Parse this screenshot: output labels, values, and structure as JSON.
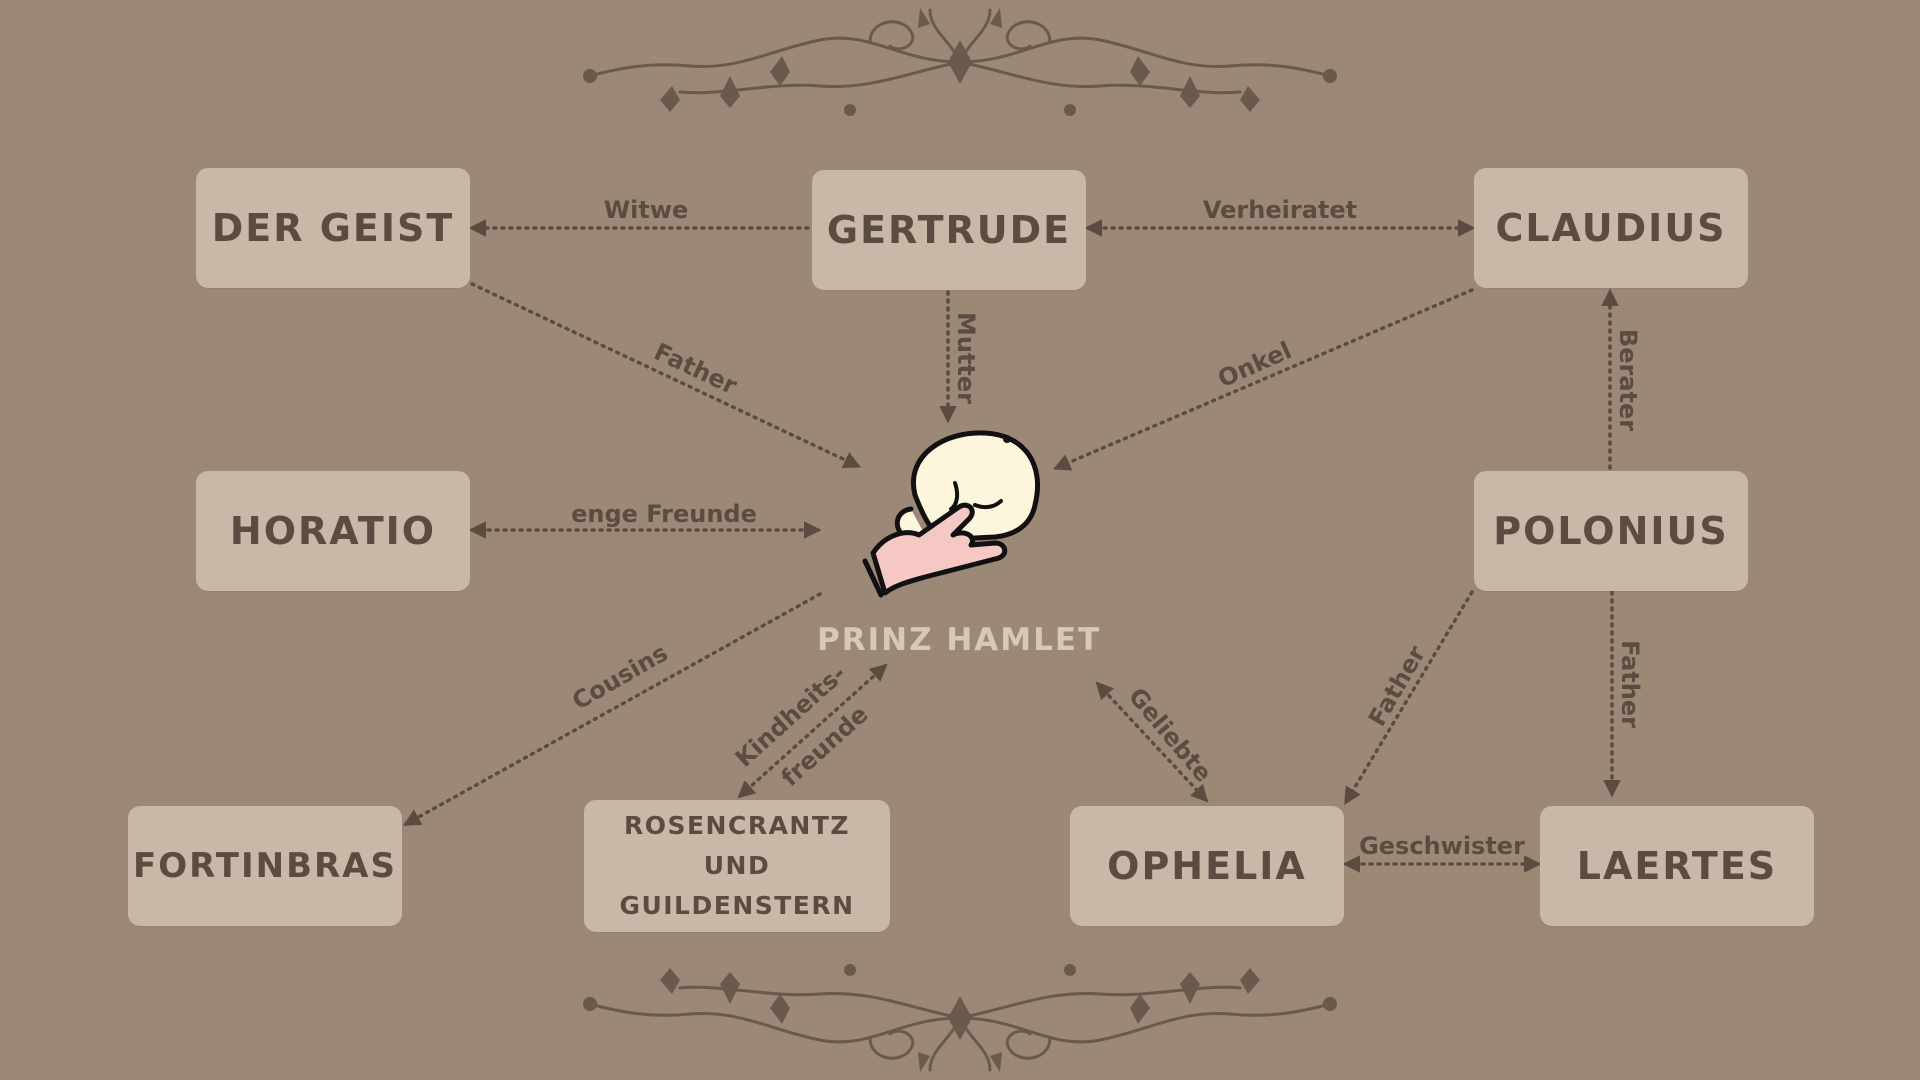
{
  "nodes": {
    "geist": "DER GEIST",
    "gertrude": "GERTRUDE",
    "claudius": "CLAUDIUS",
    "horatio": "HORATIO",
    "polonius": "POLONIUS",
    "fortinbras": "FORTINBRAS",
    "rosencrantz_line1": "ROSENCRANTZ",
    "rosencrantz_line2": "UND GUILDENSTERN",
    "ophelia": "OPHELIA",
    "laertes": "LAERTES"
  },
  "center": {
    "label": "PRINZ HAMLET",
    "icon": "skull-in-hand-icon"
  },
  "edges": {
    "witwe": "Witwe",
    "verheiratet": "Verheiratet",
    "father_geist": "Father",
    "mutter": "Mutter",
    "onkel": "Onkel",
    "berater": "Berater",
    "enge_freunde": "enge Freunde",
    "cousins": "Cousins",
    "kindheits1": "Kindheits-",
    "kindheits2": "freunde",
    "geliebte": "Geliebte",
    "father_polonius_ophelia": "Father",
    "father_polonius_laertes": "Father",
    "geschwister": "Geschwister"
  },
  "colors": {
    "background": "#9c8877",
    "box": "#c8b8a8",
    "text": "#5b4c41",
    "center_label": "#d7c8b9",
    "ornament": "#6a5a4e"
  }
}
